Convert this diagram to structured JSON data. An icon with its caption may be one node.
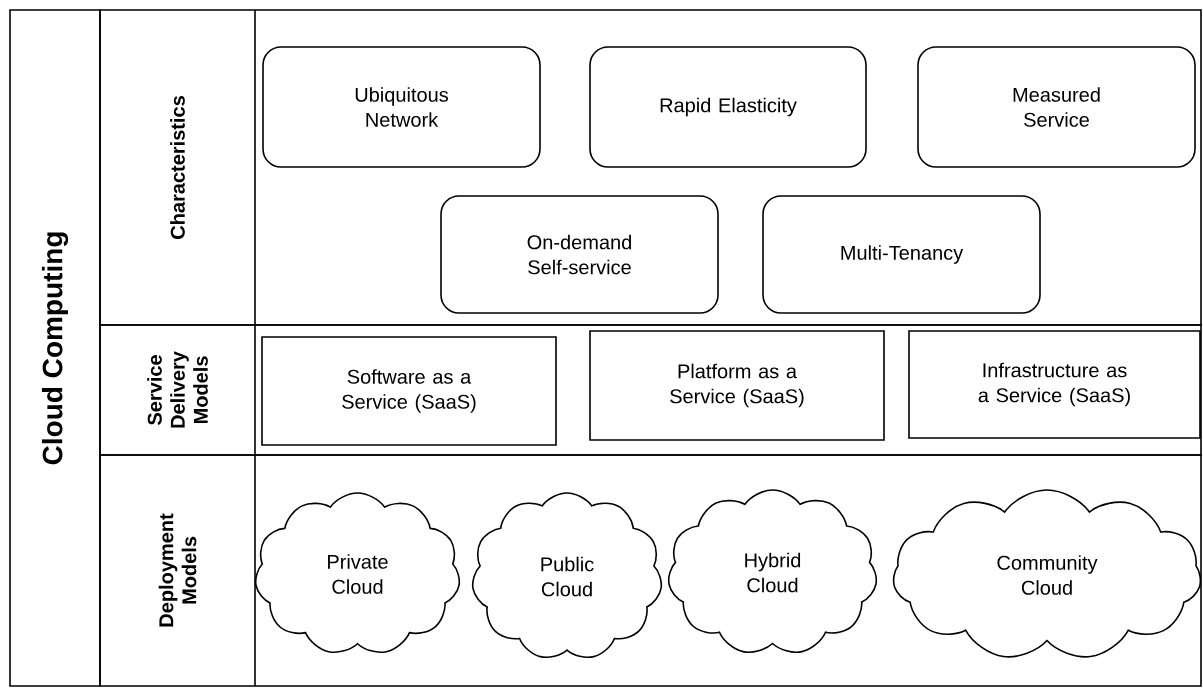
{
  "diagram": {
    "nodes": [
      {
        "text": [
          "Cloud Computing"
        ]
      },
      {
        "text": [
          "Characteristics"
        ]
      },
      {
        "text": [
          "Ubiquitous Network"
        ],
        "in": 1
      },
      {
        "text": [
          "Rapid Elasticity"
        ],
        "in": 1
      },
      {
        "text": [
          "Measured Service"
        ],
        "in": 1
      },
      {
        "text": [
          "On-demand Self-service"
        ],
        "in": 1
      },
      {
        "text": [
          "Multi-Tenancy"
        ],
        "in": 1
      },
      {
        "text": [
          "Service Delivery Models"
        ]
      },
      {
        "text": [
          "Software as a Service (SaaS)"
        ],
        "in": 7
      },
      {
        "text": [
          "Platform as a Service (SaaS)"
        ],
        "in": 7
      },
      {
        "text": [
          "Infrastructure as a Service (SaaS)"
        ],
        "in": 7
      },
      {
        "text": [
          "Deployment Models"
        ]
      },
      {
        "text": [
          "Private Cloud"
        ],
        "in": 11
      },
      {
        "text": [
          "Public Cloud"
        ],
        "in": 11
      },
      {
        "text": [
          "Hybrid Cloud"
        ],
        "in": 11
      },
      {
        "text": [
          "Community Cloud"
        ],
        "in": 11
      }
    ]
  }
}
